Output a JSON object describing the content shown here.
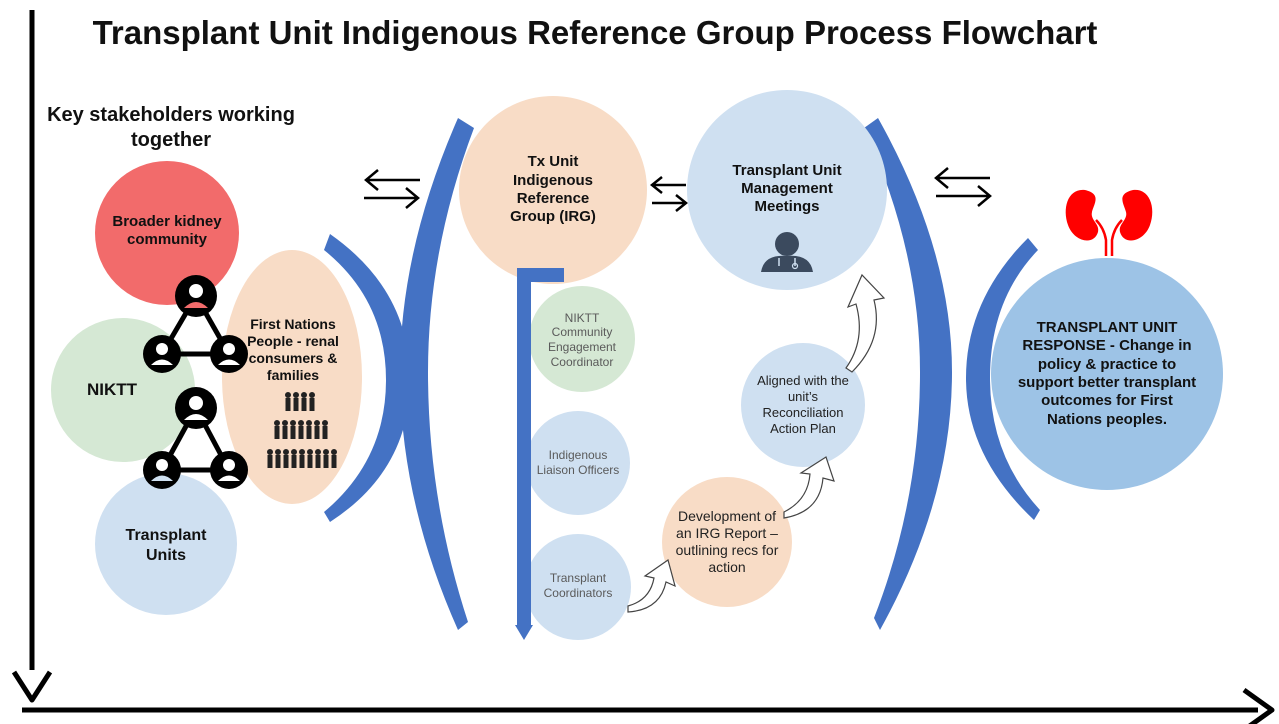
{
  "title": "Transplant Unit Indigenous Reference Group Process Flowchart",
  "stakeholders": {
    "heading": "Key stakeholders working together",
    "broader": "Broader kidney community",
    "niktt": "NIKTT",
    "transplant_units": "Transplant Units",
    "first_nations": "First Nations People - renal consumers & families"
  },
  "irg": {
    "label": "Tx Unit Indigenous Reference Group (IRG)",
    "members": [
      "NIKTT Community Engagement Coordinator",
      "Indigenous Liaison Officers",
      "Transplant Coordinators"
    ]
  },
  "management": {
    "label": "Transplant Unit Management Meetings"
  },
  "flow": {
    "report": "Development of an IRG Report – outlining recs for action",
    "aligned": "Aligned with the unit’s Reconciliation Action Plan"
  },
  "response": {
    "label": "TRANSPLANT UNIT RESPONSE - Change in policy & practice to support better transplant outcomes for First Nations peoples."
  },
  "colors": {
    "red": "#f26b6b",
    "green": "#d5e8d4",
    "lightblue": "#cfe0f1",
    "peach": "#f8dcc6",
    "blue_bracket": "#4472c4",
    "response": "#9dc3e6",
    "kidney": "#ff0000"
  },
  "icons": [
    "person-icon",
    "people-group-icon",
    "doctor-icon",
    "kidney-icon",
    "double-arrow-icon"
  ]
}
